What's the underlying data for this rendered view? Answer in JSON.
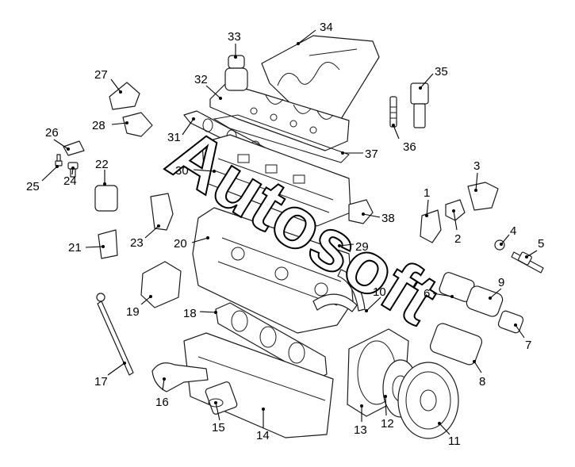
{
  "watermark": "Autosoft",
  "callouts": [
    {
      "id": "1",
      "label": "1"
    },
    {
      "id": "2",
      "label": "2"
    },
    {
      "id": "3",
      "label": "3"
    },
    {
      "id": "4",
      "label": "4"
    },
    {
      "id": "5",
      "label": "5"
    },
    {
      "id": "6",
      "label": "6"
    },
    {
      "id": "7",
      "label": "7"
    },
    {
      "id": "8",
      "label": "8"
    },
    {
      "id": "9",
      "label": "9"
    },
    {
      "id": "10",
      "label": "10"
    },
    {
      "id": "11",
      "label": "11"
    },
    {
      "id": "12",
      "label": "12"
    },
    {
      "id": "13",
      "label": "13"
    },
    {
      "id": "14",
      "label": "14"
    },
    {
      "id": "15",
      "label": "15"
    },
    {
      "id": "16",
      "label": "16"
    },
    {
      "id": "17",
      "label": "17"
    },
    {
      "id": "18",
      "label": "18"
    },
    {
      "id": "19",
      "label": "19"
    },
    {
      "id": "20",
      "label": "20"
    },
    {
      "id": "21",
      "label": "21"
    },
    {
      "id": "22",
      "label": "22"
    },
    {
      "id": "23",
      "label": "23"
    },
    {
      "id": "24",
      "label": "24"
    },
    {
      "id": "25",
      "label": "25"
    },
    {
      "id": "26",
      "label": "26"
    },
    {
      "id": "27",
      "label": "27"
    },
    {
      "id": "28",
      "label": "28"
    },
    {
      "id": "29",
      "label": "29"
    },
    {
      "id": "30",
      "label": "30"
    },
    {
      "id": "31",
      "label": "31"
    },
    {
      "id": "32",
      "label": "32"
    },
    {
      "id": "33",
      "label": "33"
    },
    {
      "id": "34",
      "label": "34"
    },
    {
      "id": "35",
      "label": "35"
    },
    {
      "id": "36",
      "label": "36"
    },
    {
      "id": "37",
      "label": "37"
    },
    {
      "id": "38",
      "label": "38"
    }
  ]
}
